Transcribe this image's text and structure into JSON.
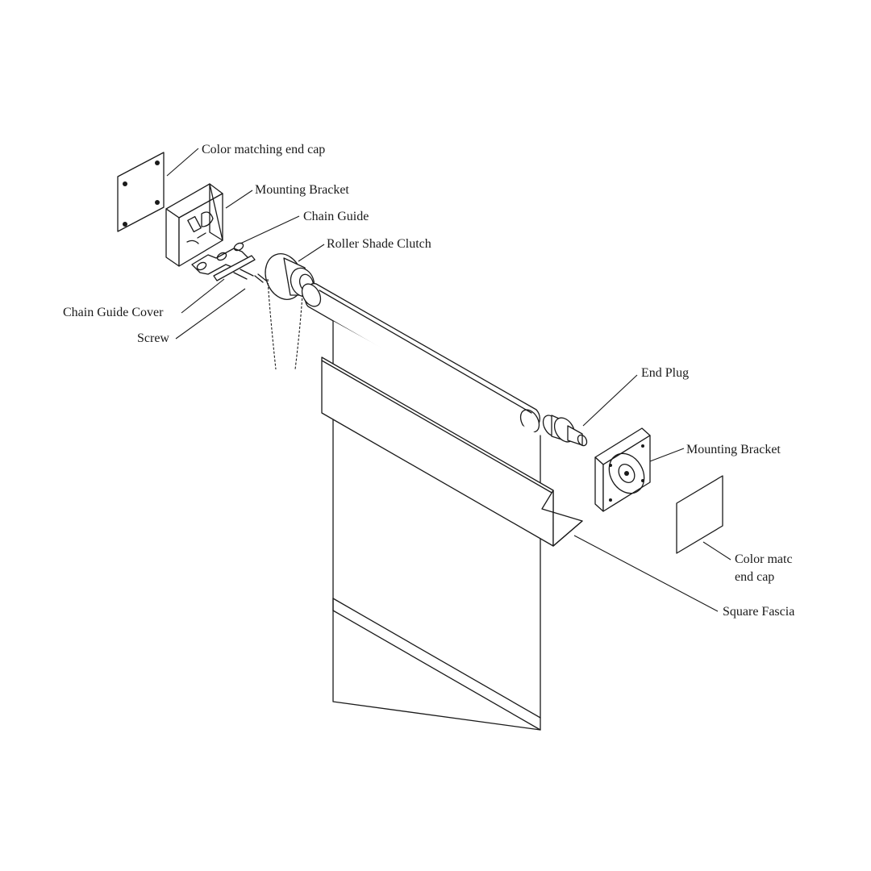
{
  "labels": {
    "end_cap_left": "Color matching end cap",
    "bracket_left": "Mounting Bracket",
    "chain_guide": "Chain Guide",
    "clutch": "Roller Shade Clutch",
    "chain_guide_cover": "Chain Guide Cover",
    "screw": "Screw",
    "end_plug": "End Plug",
    "bracket_right": "Mounting Bracket",
    "end_cap_right_line1": "Color matc",
    "end_cap_right_line2": "end cap",
    "square_fascia": "Square Fascia"
  }
}
